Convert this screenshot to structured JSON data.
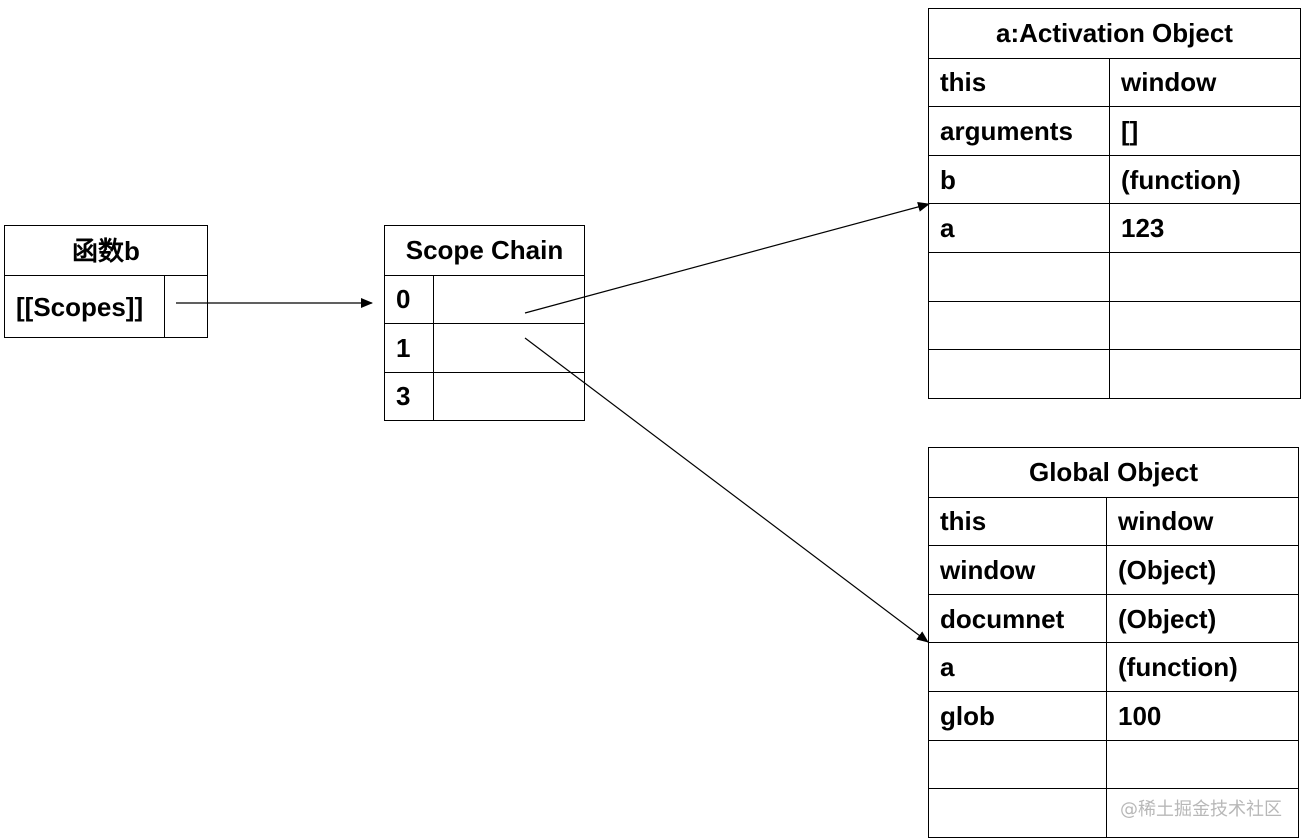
{
  "function_box": {
    "title": "函数b",
    "scopes_label": "[[Scopes]]"
  },
  "scope_chain": {
    "title": "Scope Chain",
    "rows": [
      {
        "index": "0"
      },
      {
        "index": "1"
      },
      {
        "index": "3"
      }
    ]
  },
  "activation_object": {
    "title": "a:Activation Object",
    "rows": [
      {
        "key": "this",
        "value": "window"
      },
      {
        "key": "arguments",
        "value": "[]"
      },
      {
        "key": "b",
        "value": "(function)"
      },
      {
        "key": "a",
        "value": "123"
      },
      {
        "key": "",
        "value": ""
      },
      {
        "key": "",
        "value": ""
      },
      {
        "key": "",
        "value": ""
      }
    ]
  },
  "global_object": {
    "title": "Global Object",
    "rows": [
      {
        "key": "this",
        "value": "window"
      },
      {
        "key": "window",
        "value": "(Object)"
      },
      {
        "key": "documnet",
        "value": "(Object)"
      },
      {
        "key": "a",
        "value": "(function)"
      },
      {
        "key": "glob",
        "value": "100"
      },
      {
        "key": "",
        "value": ""
      },
      {
        "key": "",
        "value": ""
      }
    ]
  },
  "watermark": "@稀土掘金技术社区"
}
